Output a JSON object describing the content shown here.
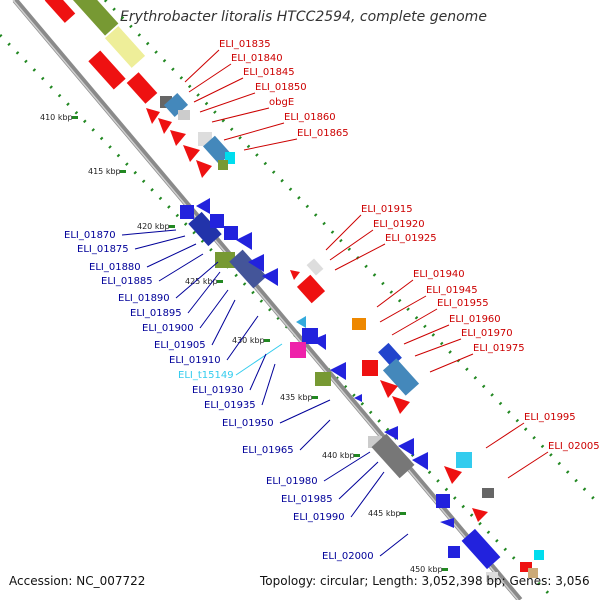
{
  "title": "Erythrobacter litoralis HTCC2594, complete genome",
  "footer": {
    "accession": "Accession: NC_007722",
    "topology": "Topology: circular; Length: 3,052,398 bp; Genes: 3,056"
  },
  "colors": {
    "right_label": "#cc0000",
    "left_label": "#000099",
    "rna_label": "#33ccee",
    "backbone": "#888888",
    "tick": "#228822"
  },
  "kbp_ticks": [
    "410 kbp",
    "415 kbp",
    "420 kbp",
    "425 kbp",
    "430 kbp",
    "435 kbp",
    "440 kbp",
    "445 kbp",
    "450 kbp"
  ],
  "right_labels": [
    "ELI_01835",
    "ELI_01840",
    "ELI_01845",
    "ELI_01850",
    "obgE",
    "ELI_01860",
    "ELI_01865",
    "ELI_01915",
    "ELI_01920",
    "ELI_01925",
    "ELI_01940",
    "ELI_01945",
    "ELI_01955",
    "ELI_01960",
    "ELI_01970",
    "ELI_01975",
    "ELI_01995",
    "ELI_02005"
  ],
  "left_labels": [
    "ELI_01870",
    "ELI_01875",
    "ELI_01880",
    "ELI_01885",
    "ELI_01890",
    "ELI_01895",
    "ELI_01900",
    "ELI_01905",
    "ELI_01910",
    "ELI_t15149",
    "ELI_01930",
    "ELI_01935",
    "ELI_01950",
    "ELI_01965",
    "ELI_01980",
    "ELI_01985",
    "ELI_01990",
    "ELI_02000"
  ]
}
